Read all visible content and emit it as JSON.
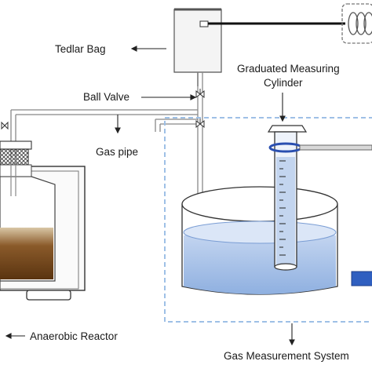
{
  "labels": {
    "tedlar_bag": "Tedlar Bag",
    "ball_valve": "Ball Valve",
    "gas_pipe": "Gas pipe",
    "graduated_cylinder_line1": "Graduated Measuring",
    "graduated_cylinder_line2": "Cylinder",
    "anaerobic_reactor": "Anaerobic Reactor",
    "gas_measurement_system": "Gas Measurement System"
  },
  "colors": {
    "water": "#a8c4ea",
    "water_light": "#dbe6f7",
    "sludge": "#7a4a1c",
    "dashed_box": "#9ec0e6",
    "cylinder_ring": "#2a4fb0",
    "outline": "#333333"
  }
}
